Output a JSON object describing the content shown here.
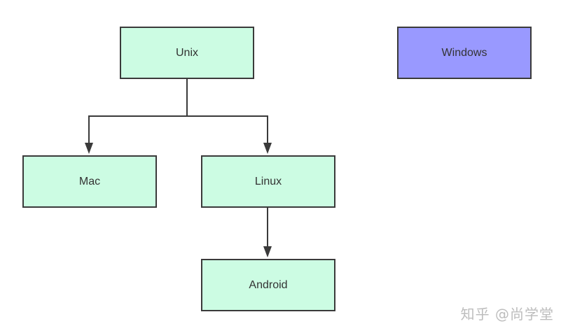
{
  "diagram": {
    "nodes": {
      "unix": {
        "label": "Unix",
        "fill": "#ccfce3"
      },
      "windows": {
        "label": "Windows",
        "fill": "#9999ff"
      },
      "mac": {
        "label": "Mac",
        "fill": "#ccfce3"
      },
      "linux": {
        "label": "Linux",
        "fill": "#ccfce3"
      },
      "android": {
        "label": "Android",
        "fill": "#ccfce3"
      }
    },
    "edges": [
      {
        "from": "Unix",
        "to": "Mac"
      },
      {
        "from": "Unix",
        "to": "Linux"
      },
      {
        "from": "Linux",
        "to": "Android"
      }
    ]
  },
  "watermark": "知乎 @尚学堂",
  "colors": {
    "line": "#3a3a3a",
    "node_border": "#3a3a3a",
    "text": "#333333"
  }
}
